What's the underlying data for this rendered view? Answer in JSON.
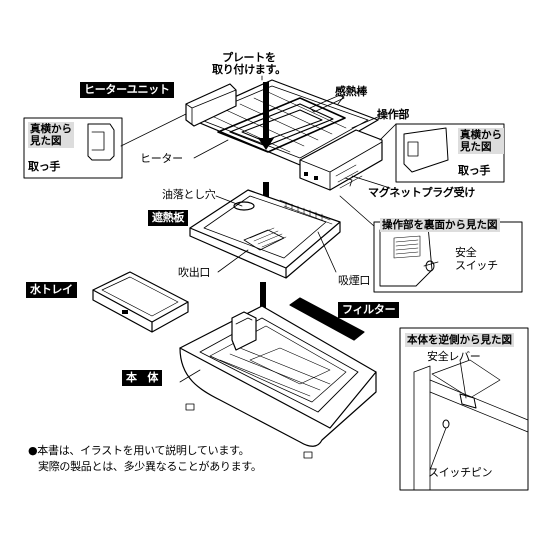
{
  "labels": {
    "plate": "プレートを\n取り付けます。",
    "sensor_rod": "感熱棒",
    "heater_unit": "ヒーターユニット",
    "control_unit": "操作部",
    "side_view": "真横から\n見た図",
    "handle": "取っ手",
    "heater": "ヒーター",
    "magnet_plug": "マグネットプラグ受け",
    "oil_hole": "油落とし穴",
    "heat_shield": "遮熱板",
    "control_back_view": "操作部を裏面から見た図",
    "safety_switch": "安全\nスイッチ",
    "blow_outlet": "吹出口",
    "intake": "吸煙口",
    "water_tray": "水トレイ",
    "filter": "フィルター",
    "body_reverse_view": "本体を逆側から見た図",
    "safety_lever": "安全レバー",
    "body": "本　体",
    "switch_pin": "スイッチピン"
  },
  "note": {
    "line1": "●本書は、イラストを用いて説明しています。",
    "line2": "実際の製品とは、多少異なることがあります。"
  }
}
